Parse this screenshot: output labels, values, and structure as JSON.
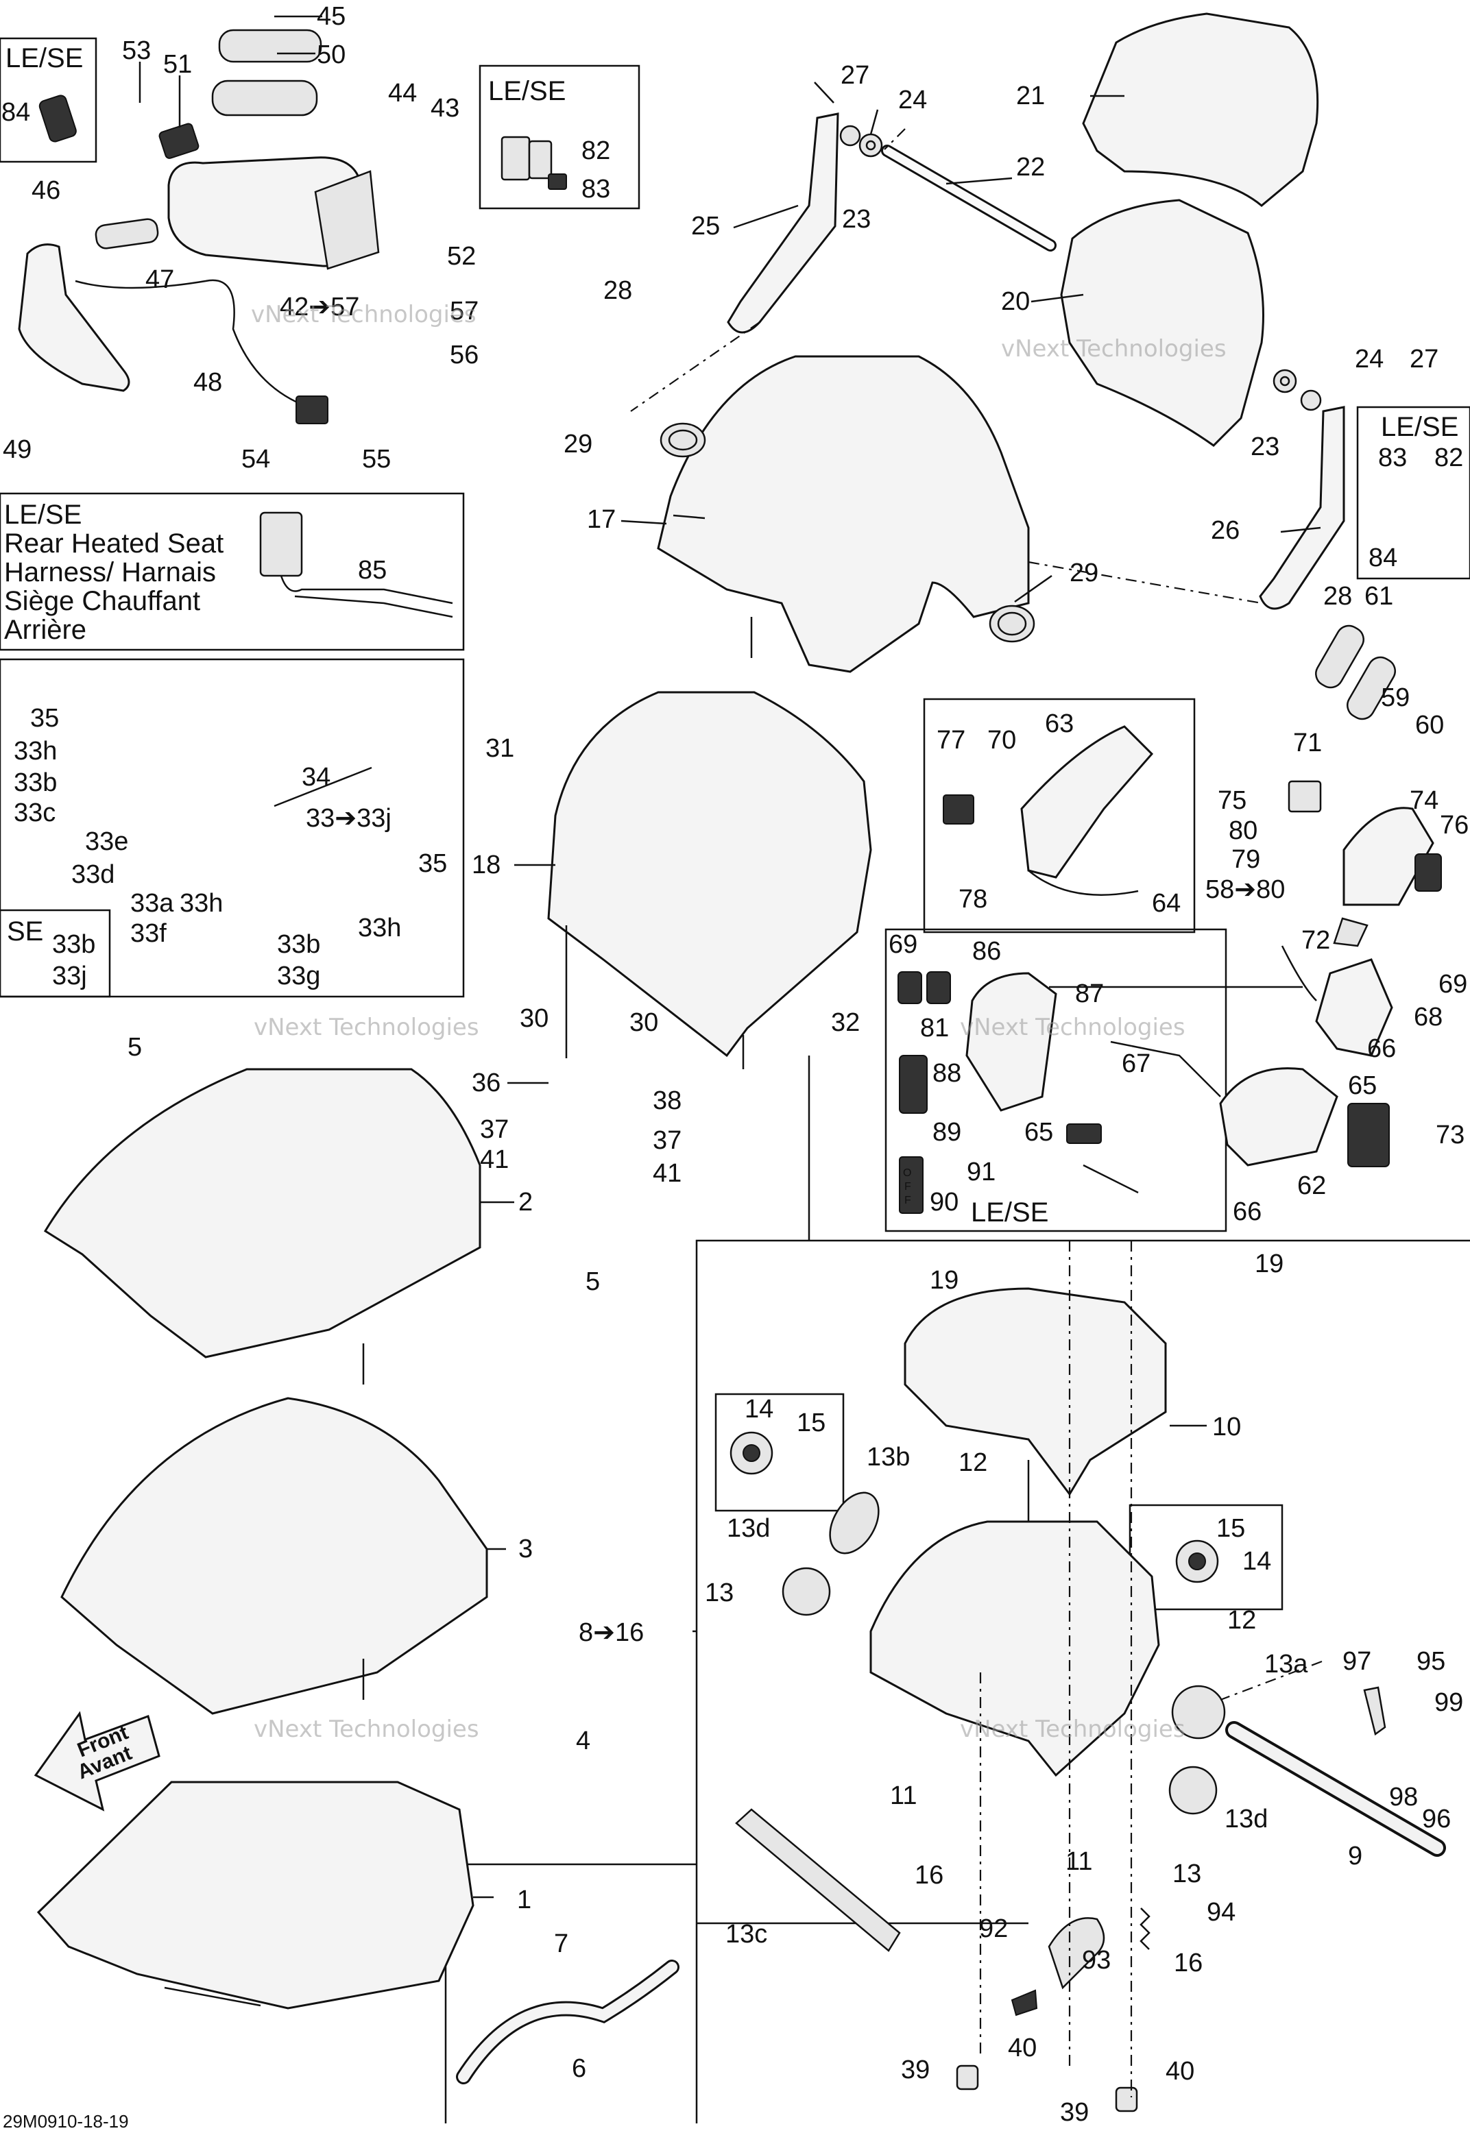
{
  "footer": {
    "ref": "29M0910-18-19"
  },
  "watermark": {
    "line1": "vNext Technologies",
    "line2": "vNext",
    "line3": "Technologies"
  },
  "boxes": {
    "le_se_1": "LE/SE",
    "le_se_2": "LE/SE",
    "le_se_3": "LE/SE",
    "le_se_4": "LE/SE",
    "rear_heated": [
      "LE/SE",
      "Rear Heated Seat",
      "Harness/ Harnais",
      "Siège Chauffant",
      "Arrière"
    ],
    "se": "SE"
  },
  "callouts": [
    {
      "id": "c45",
      "text": "45"
    },
    {
      "id": "c50",
      "text": "50"
    },
    {
      "id": "c53",
      "text": "53"
    },
    {
      "id": "c51",
      "text": "51"
    },
    {
      "id": "c84a",
      "text": "84"
    },
    {
      "id": "c44",
      "text": "44"
    },
    {
      "id": "c43",
      "text": "43"
    },
    {
      "id": "c82a",
      "text": "82"
    },
    {
      "id": "c83a",
      "text": "83"
    },
    {
      "id": "c46",
      "text": "46"
    },
    {
      "id": "c47",
      "text": "47"
    },
    {
      "id": "c52",
      "text": "52"
    },
    {
      "id": "c42",
      "text": "42➔57"
    },
    {
      "id": "c57",
      "text": "57"
    },
    {
      "id": "c56",
      "text": "56"
    },
    {
      "id": "c48",
      "text": "48"
    },
    {
      "id": "c54",
      "text": "54"
    },
    {
      "id": "c55",
      "text": "55"
    },
    {
      "id": "c49",
      "text": "49"
    },
    {
      "id": "c85",
      "text": "85"
    },
    {
      "id": "c27a",
      "text": "27"
    },
    {
      "id": "c24a",
      "text": "24"
    },
    {
      "id": "c21",
      "text": "21"
    },
    {
      "id": "c22",
      "text": "22"
    },
    {
      "id": "c25",
      "text": "25"
    },
    {
      "id": "c23a",
      "text": "23"
    },
    {
      "id": "c28a",
      "text": "28"
    },
    {
      "id": "c20",
      "text": "20"
    },
    {
      "id": "c24b",
      "text": "24"
    },
    {
      "id": "c27b",
      "text": "27"
    },
    {
      "id": "c29a",
      "text": "29"
    },
    {
      "id": "c23b",
      "text": "23"
    },
    {
      "id": "c83b",
      "text": "83"
    },
    {
      "id": "c82b",
      "text": "82"
    },
    {
      "id": "c17",
      "text": "17"
    },
    {
      "id": "c26",
      "text": "26"
    },
    {
      "id": "c84b",
      "text": "84"
    },
    {
      "id": "c29b",
      "text": "29"
    },
    {
      "id": "c28b",
      "text": "28"
    },
    {
      "id": "c61",
      "text": "61"
    },
    {
      "id": "c35a",
      "text": "35"
    },
    {
      "id": "c33h1",
      "text": "33h"
    },
    {
      "id": "c33b1",
      "text": "33b"
    },
    {
      "id": "c33c",
      "text": "33c"
    },
    {
      "id": "c34",
      "text": "34"
    },
    {
      "id": "c33e",
      "text": "33e"
    },
    {
      "id": "c33j",
      "text": "33➔33j"
    },
    {
      "id": "c33d",
      "text": "33d"
    },
    {
      "id": "c35b",
      "text": "35"
    },
    {
      "id": "c33a",
      "text": "33a"
    },
    {
      "id": "c33f",
      "text": "33f"
    },
    {
      "id": "c33h2",
      "text": "33h"
    },
    {
      "id": "c33h3",
      "text": "33h"
    },
    {
      "id": "c33b2",
      "text": "33b"
    },
    {
      "id": "c33g",
      "text": "33g"
    },
    {
      "id": "c33b3",
      "text": "33b"
    },
    {
      "id": "c33j2",
      "text": "33j"
    },
    {
      "id": "c31",
      "text": "31"
    },
    {
      "id": "c18",
      "text": "18"
    },
    {
      "id": "c30a",
      "text": "30"
    },
    {
      "id": "c30b",
      "text": "30"
    },
    {
      "id": "c32",
      "text": "32"
    },
    {
      "id": "c36",
      "text": "36"
    },
    {
      "id": "c37a",
      "text": "37"
    },
    {
      "id": "c41a",
      "text": "41"
    },
    {
      "id": "c38",
      "text": "38"
    },
    {
      "id": "c37b",
      "text": "37"
    },
    {
      "id": "c41b",
      "text": "41"
    },
    {
      "id": "c63",
      "text": "63"
    },
    {
      "id": "c77",
      "text": "77"
    },
    {
      "id": "c70",
      "text": "70"
    },
    {
      "id": "c78",
      "text": "78"
    },
    {
      "id": "c64",
      "text": "64"
    },
    {
      "id": "c59",
      "text": "59"
    },
    {
      "id": "c60",
      "text": "60"
    },
    {
      "id": "c71",
      "text": "71"
    },
    {
      "id": "c75",
      "text": "75"
    },
    {
      "id": "c74",
      "text": "74"
    },
    {
      "id": "c76",
      "text": "76"
    },
    {
      "id": "c80a",
      "text": "80"
    },
    {
      "id": "c79",
      "text": "79"
    },
    {
      "id": "c58",
      "text": "58➔80"
    },
    {
      "id": "c72",
      "text": "72"
    },
    {
      "id": "c69a",
      "text": "69"
    },
    {
      "id": "c86",
      "text": "86"
    },
    {
      "id": "c87",
      "text": "87"
    },
    {
      "id": "c69b",
      "text": "69"
    },
    {
      "id": "c68",
      "text": "68"
    },
    {
      "id": "c81",
      "text": "81"
    },
    {
      "id": "c88",
      "text": "88"
    },
    {
      "id": "c67",
      "text": "67"
    },
    {
      "id": "c66a",
      "text": "66"
    },
    {
      "id": "c65a",
      "text": "65"
    },
    {
      "id": "c89",
      "text": "89"
    },
    {
      "id": "c65b",
      "text": "65"
    },
    {
      "id": "c73",
      "text": "73"
    },
    {
      "id": "c91",
      "text": "91"
    },
    {
      "id": "c90",
      "text": "90"
    },
    {
      "id": "c62",
      "text": "62"
    },
    {
      "id": "c66b",
      "text": "66"
    },
    {
      "id": "c5a",
      "text": "5"
    },
    {
      "id": "c2",
      "text": "2"
    },
    {
      "id": "c5b",
      "text": "5"
    },
    {
      "id": "c3",
      "text": "3"
    },
    {
      "id": "c4",
      "text": "4"
    },
    {
      "id": "c1",
      "text": "1"
    },
    {
      "id": "c7",
      "text": "7"
    },
    {
      "id": "c6",
      "text": "6"
    },
    {
      "id": "c19a",
      "text": "19"
    },
    {
      "id": "c19b",
      "text": "19"
    },
    {
      "id": "c10",
      "text": "10"
    },
    {
      "id": "c14a",
      "text": "14"
    },
    {
      "id": "c15a",
      "text": "15"
    },
    {
      "id": "c13b",
      "text": "13b"
    },
    {
      "id": "c12a",
      "text": "12"
    },
    {
      "id": "c13d1",
      "text": "13d"
    },
    {
      "id": "c15b",
      "text": "15"
    },
    {
      "id": "c14b",
      "text": "14"
    },
    {
      "id": "c13a",
      "text": "13"
    },
    {
      "id": "c816",
      "text": "8➔16"
    },
    {
      "id": "c12b",
      "text": "12"
    },
    {
      "id": "c13a2",
      "text": "13a"
    },
    {
      "id": "c97",
      "text": "97"
    },
    {
      "id": "c95",
      "text": "95"
    },
    {
      "id": "c99",
      "text": "99"
    },
    {
      "id": "c11a",
      "text": "11"
    },
    {
      "id": "c98",
      "text": "98"
    },
    {
      "id": "c96",
      "text": "96"
    },
    {
      "id": "c13d2",
      "text": "13d"
    },
    {
      "id": "c16a",
      "text": "16"
    },
    {
      "id": "c11b",
      "text": "11"
    },
    {
      "id": "c13c2",
      "text": "13"
    },
    {
      "id": "c9",
      "text": "9"
    },
    {
      "id": "c13c",
      "text": "13c"
    },
    {
      "id": "c92",
      "text": "92"
    },
    {
      "id": "c93",
      "text": "93"
    },
    {
      "id": "c94",
      "text": "94"
    },
    {
      "id": "c16b",
      "text": "16"
    },
    {
      "id": "c40a",
      "text": "40"
    },
    {
      "id": "c39a",
      "text": "39"
    },
    {
      "id": "c40b",
      "text": "40"
    },
    {
      "id": "c39b",
      "text": "39"
    }
  ],
  "front_arrow": {
    "line1": "Front",
    "line2": "Avant"
  },
  "switch_text": {
    "line1": "O",
    "line2": "F",
    "line3": "F"
  }
}
